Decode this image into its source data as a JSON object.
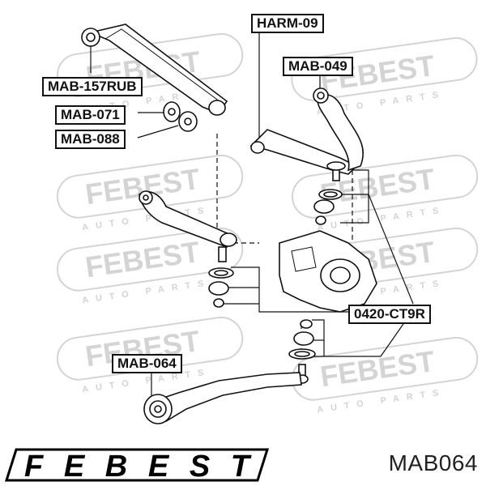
{
  "callouts": {
    "harm_09": "HARM-09",
    "mab_049": "MAB-049",
    "mab_157rub": "MAB-157RUB",
    "mab_071": "MAB-071",
    "mab_088": "MAB-088",
    "ct9r": "0420-CT9R",
    "mab_064": "MAB-064"
  },
  "watermark": {
    "brand": "FEBEST",
    "subtitle": "AUTO PARTS"
  },
  "logo": {
    "brand": "FEBEST"
  },
  "part_number": "MAB064",
  "colors": {
    "line": "#111111",
    "watermark": "#d2d2d2",
    "background": "#ffffff"
  }
}
